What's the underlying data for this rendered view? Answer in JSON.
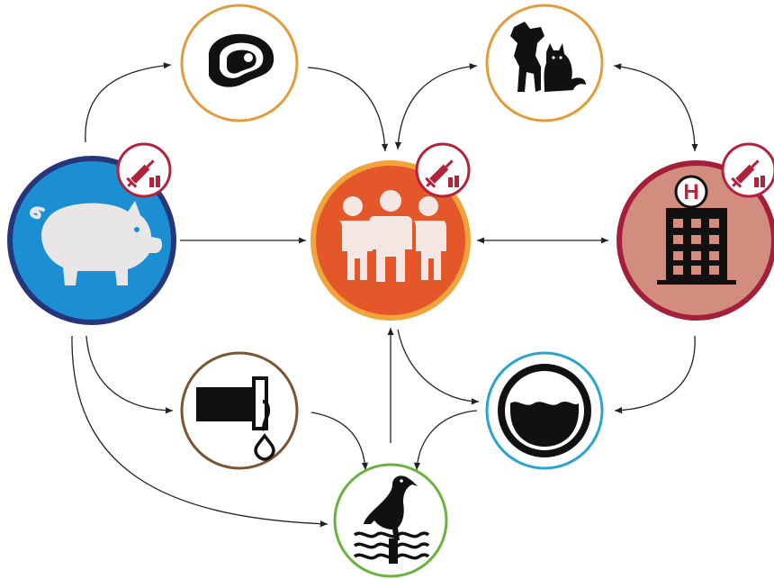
{
  "diagram": {
    "nodes": [
      {
        "id": "pig",
        "icon": "pig-icon",
        "fill": "#1b8fd1",
        "stroke": "#27357a",
        "has_badge": true
      },
      {
        "id": "meat",
        "icon": "meat-steak-icon",
        "fill": "#ffffff",
        "stroke": "#e39b3c",
        "has_badge": false
      },
      {
        "id": "pets",
        "icon": "pets-dog-cat-icon",
        "fill": "#ffffff",
        "stroke": "#e39b3c",
        "has_badge": false
      },
      {
        "id": "humans",
        "icon": "people-group-icon",
        "fill": "#e4572b",
        "stroke": "#f2a33a",
        "has_badge": true
      },
      {
        "id": "hospital",
        "icon": "hospital-building-icon",
        "fill": "#d28d7f",
        "stroke": "#a4203a",
        "has_badge": true,
        "sign_text": "H"
      },
      {
        "id": "manure",
        "icon": "manure-pipe-drip-icon",
        "fill": "#ffffff",
        "stroke": "#7a5532",
        "has_badge": false
      },
      {
        "id": "water",
        "icon": "water-basin-icon",
        "fill": "#ffffff",
        "stroke": "#2aa3cf",
        "has_badge": false
      },
      {
        "id": "wildlife",
        "icon": "seagull-water-icon",
        "fill": "#ffffff",
        "stroke": "#6ab23e",
        "has_badge": false
      }
    ],
    "badge": {
      "icon": "syringe-vials-icon",
      "fill": "#ffffff",
      "stroke": "#b3213a",
      "color": "#b3213a"
    },
    "edges": [
      {
        "from": "pig",
        "to": "meat",
        "direction": "forward"
      },
      {
        "from": "meat",
        "to": "humans",
        "direction": "forward"
      },
      {
        "from": "pets",
        "to": "humans",
        "direction": "both"
      },
      {
        "from": "pets",
        "to": "hospital",
        "direction": "both"
      },
      {
        "from": "pig",
        "to": "humans",
        "direction": "forward"
      },
      {
        "from": "humans",
        "to": "hospital",
        "direction": "both"
      },
      {
        "from": "pig",
        "to": "manure",
        "direction": "forward"
      },
      {
        "from": "pig",
        "to": "wildlife",
        "direction": "forward"
      },
      {
        "from": "manure",
        "to": "wildlife",
        "direction": "forward"
      },
      {
        "from": "wildlife",
        "to": "humans",
        "direction": "forward"
      },
      {
        "from": "humans",
        "to": "water",
        "direction": "forward"
      },
      {
        "from": "hospital",
        "to": "water",
        "direction": "forward"
      },
      {
        "from": "water",
        "to": "wildlife",
        "direction": "forward"
      }
    ],
    "edge_color": "#222222"
  }
}
